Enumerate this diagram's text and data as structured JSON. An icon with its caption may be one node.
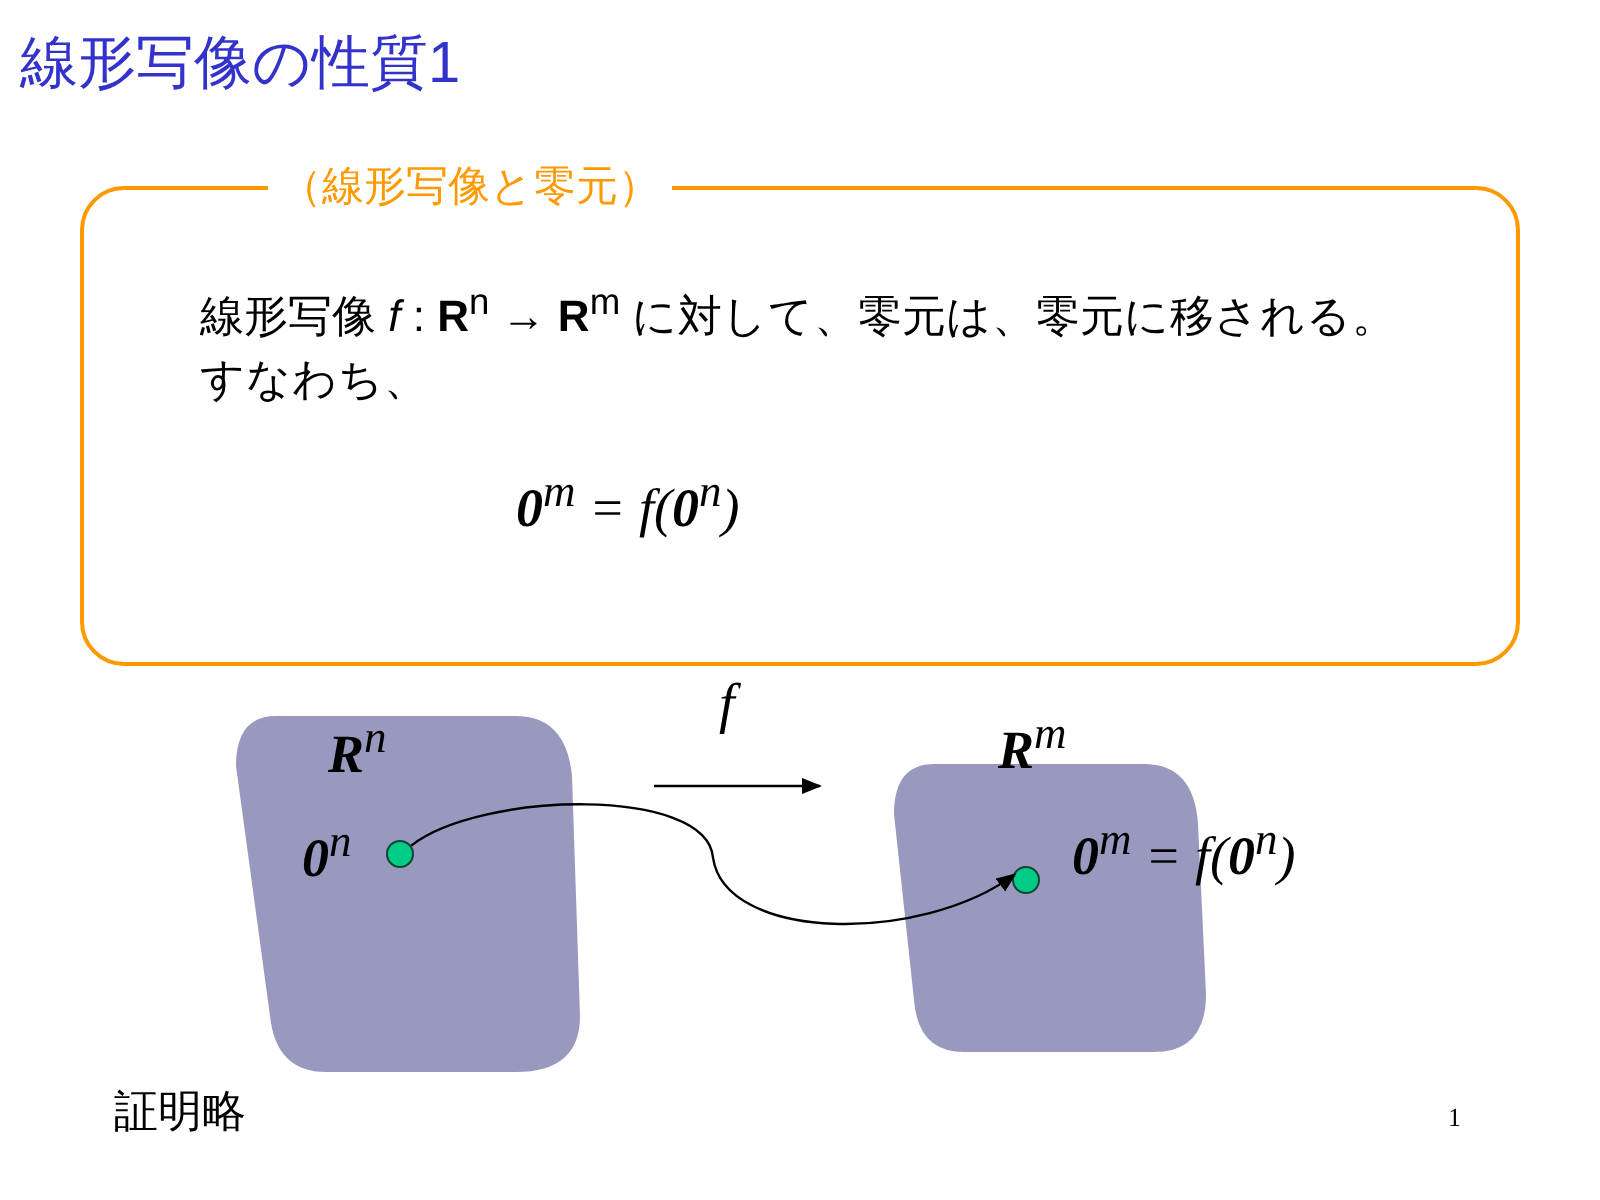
{
  "diagram": {
    "title": "線形写像の性質1",
    "nodes": [
      {
        "text": [
          "（線形写像と零元）",
          "線形写像 *f* : **R**$^{n}$ → **R**$^{m}$ に対して、零元は、零元に移される。すなわち、",
          "**0**$^{m}$ = *f*(**0**$^{n}$)"
        ]
      },
      {
        "text": [
          "**R**$^{n}$"
        ]
      },
      {
        "text": [],
        "shape": "circle",
        "in": 1,
        "beside": [
          "**0**$^{n}$"
        ]
      },
      {
        "text": [
          "**R**$^{m}$"
        ]
      },
      {
        "text": [],
        "shape": "circle",
        "in": 3,
        "beside": [
          "**0**$^{m}$ = *f*(**0**$^{n}$)"
        ]
      }
    ],
    "edges": [
      {
        "from": 1,
        "to": 3,
        "arrow": "to",
        "label": "*f*"
      },
      {
        "from": 2,
        "to": 4,
        "arrow": "to"
      }
    ],
    "labels": [
      "証明略",
      "1"
    ]
  }
}
